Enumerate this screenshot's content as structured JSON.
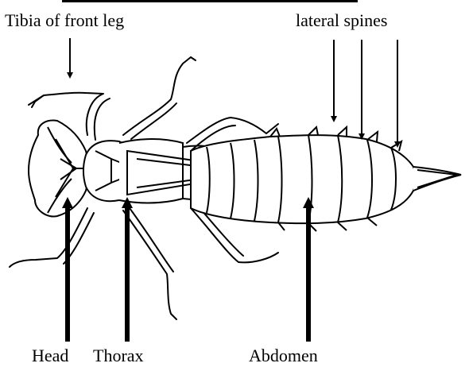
{
  "labels": {
    "tibia": "Tibia of front leg",
    "lateral_spines": "lateral spines",
    "head": "Head",
    "thorax": "Thorax",
    "abdomen": "Abdomen"
  },
  "colors": {
    "ink": "#000000",
    "background": "#ffffff"
  }
}
